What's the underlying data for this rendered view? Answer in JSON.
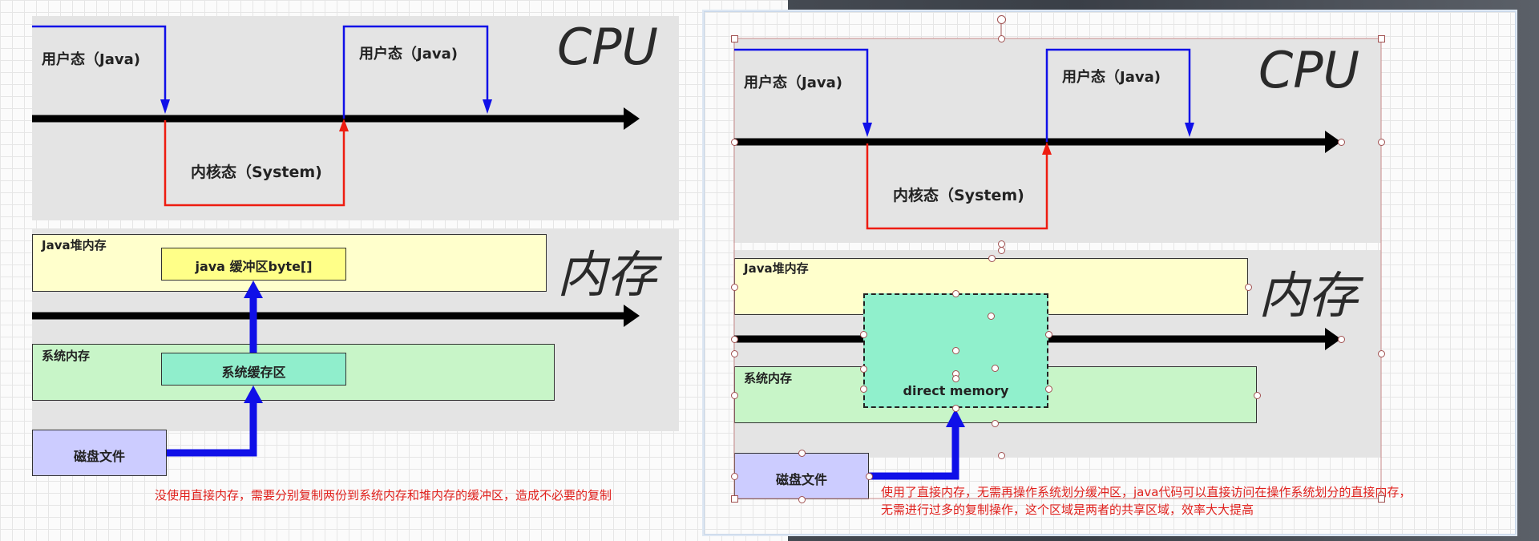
{
  "left": {
    "cpu_title": "CPU",
    "user_mode_1": "用户态（Java)",
    "user_mode_2": "用户态（Java)",
    "kernel_mode": "内核态（System)",
    "memory_title": "内存",
    "java_heap": "Java堆内存",
    "java_buffer": "java 缓冲区byte[]",
    "system_memory": "系统内存",
    "system_cache": "系统缓存区",
    "disk_file": "磁盘文件",
    "note": "没使用直接内存，需要分别复制两份到系统内存和堆内存的缓冲区，造成不必要的复制"
  },
  "right": {
    "cpu_title": "CPU",
    "user_mode_1": "用户态（Java)",
    "user_mode_2": "用户态（Java)",
    "kernel_mode": "内核态（System)",
    "memory_title": "内存",
    "java_heap": "Java堆内存",
    "system_memory": "系统内存",
    "direct_memory": "direct memory",
    "disk_file": "磁盘文件",
    "note_line1": "使用了直接内存，无需再操作系统划分缓冲区，java代码可以直接访问在操作系统划分的直接内存，",
    "note_line2": "无需进行过多的复制操作，这个区域是两者的共享区域，效率大大提高"
  },
  "colors": {
    "blue": "#1010e8",
    "red": "#ee1c10",
    "heap_fill": "#ffffcc",
    "buffer_fill": "#ffff88",
    "sysmem_fill": "#c8f5c8",
    "cache_fill": "#90eecc",
    "disk_fill": "#ccccff",
    "direct_fill": "#90f0cc"
  }
}
